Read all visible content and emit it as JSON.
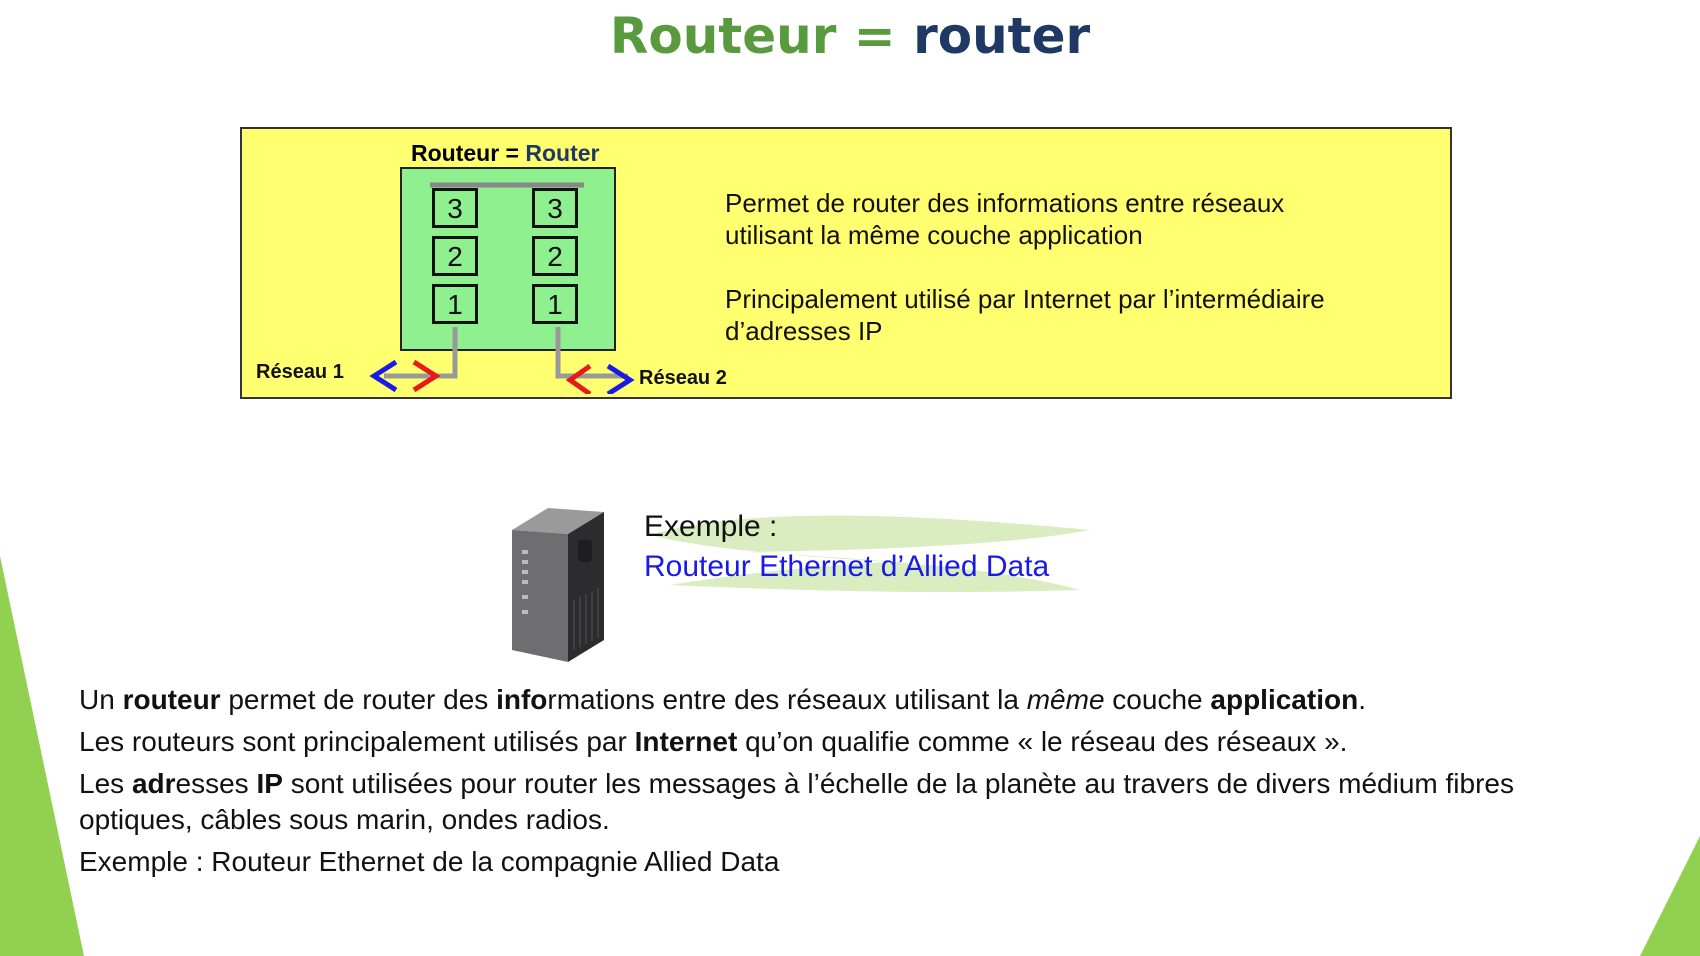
{
  "title": {
    "part1": "Routeur",
    "eq": " = ",
    "part2": "router"
  },
  "diagram": {
    "title_bold": "Routeur = ",
    "title_blue": "Router",
    "left_stack": [
      "3",
      "2",
      "1"
    ],
    "right_stack": [
      "3",
      "2",
      "1"
    ],
    "network1": "Réseau 1",
    "network2": "Réseau 2",
    "desc1_line1": "Permet de router des informations entre réseaux",
    "desc1_line2": "utilisant la même couche application",
    "desc2_line1": "Principalement utilisé par Internet par l’intermédiaire",
    "desc2_line2": "d’adresses IP"
  },
  "example": {
    "label": "Exemple :",
    "name": "Routeur Ethernet d’Allied Data"
  },
  "body": {
    "l1_a": "Un ",
    "l1_b": "routeur",
    "l1_c": " permet de router des ",
    "l1_d": "info",
    "l1_e": "rmations entre des réseaux utilisant la ",
    "l1_f": "même",
    "l1_g": " couche ",
    "l1_h": "application",
    "l1_i": ".",
    "l2_a": "Les routeurs sont principalement utilisés par ",
    "l2_b": "Internet",
    "l2_c": " qu’on qualifie comme « le  réseau des réseaux ».",
    "l3_a": "Les ",
    "l3_b": "adr",
    "l3_c": "esses ",
    "l3_d": "IP",
    "l3_e": " sont utilisées pour router les messages à l’échelle de la planète au travers de divers médium fibres",
    "l4": "optiques, câbles sous marin, ondes radios.",
    "l5": "Exemple : Routeur Ethernet de la compagnie Allied Data"
  },
  "colors": {
    "title_green": "#5a9a3e",
    "title_navy": "#1f3864",
    "box_yellow": "#ffff6f",
    "router_green": "#8ff08f",
    "accent_green": "#92d050"
  }
}
